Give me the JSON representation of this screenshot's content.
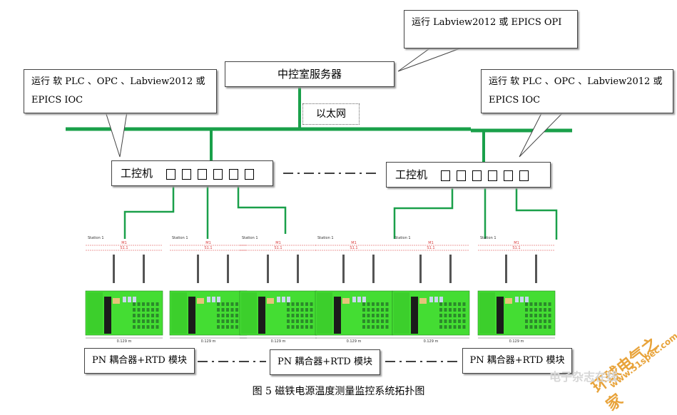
{
  "callouts": {
    "center": "运行 Labview2012 或 EPICS OPI",
    "left_line1": "运行 软 PLC 、OPC 、Labview2012 或",
    "left_line2": "EPICS IOC",
    "right_line1": "运行 软 PLC 、OPC 、Labview2012 或",
    "right_line2": "EPICS IOC"
  },
  "server": "中控室服务器",
  "ethernet": "以太网",
  "ipc_left": "工控机",
  "ipc_right": "工控机",
  "module_labels": [
    "PN 耦合器+RTD 模块",
    "PN 耦合器+RTD 模块",
    "PN 耦合器+RTD 模块"
  ],
  "station": {
    "station": "Station 1",
    "m1": "M1",
    "s11": "S1.1",
    "dim": "0.129 m"
  },
  "caption": "图 5  磁铁电源温度测量监控系统拓扑图",
  "watermark": {
    "cn": "环球电气之家",
    "url": "www.51spec.com",
    "faint": "电子杂志在线"
  },
  "colors": {
    "network": "#1aa04a",
    "module": "#44dd33",
    "station_red": "#d93a3a"
  }
}
